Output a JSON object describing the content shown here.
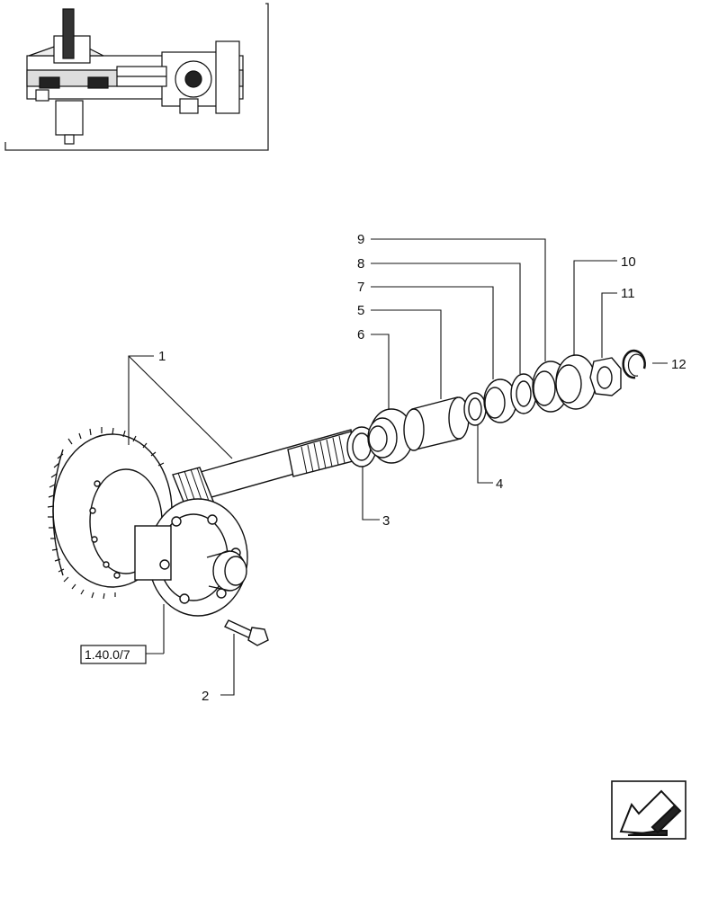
{
  "diagram": {
    "reference_box": "1.40.0/7",
    "callouts": [
      {
        "id": "c1",
        "label": "1"
      },
      {
        "id": "c2",
        "label": "2"
      },
      {
        "id": "c3",
        "label": "3"
      },
      {
        "id": "c4",
        "label": "4"
      },
      {
        "id": "c5",
        "label": "5"
      },
      {
        "id": "c6",
        "label": "6"
      },
      {
        "id": "c7",
        "label": "7"
      },
      {
        "id": "c8",
        "label": "8"
      },
      {
        "id": "c9",
        "label": "9"
      },
      {
        "id": "c10",
        "label": "10"
      },
      {
        "id": "c11",
        "label": "11"
      },
      {
        "id": "c12",
        "label": "12"
      }
    ]
  },
  "icons": {
    "thumbnail": "axle-assembly-thumbnail",
    "navigation": "back-arrow-icon"
  }
}
